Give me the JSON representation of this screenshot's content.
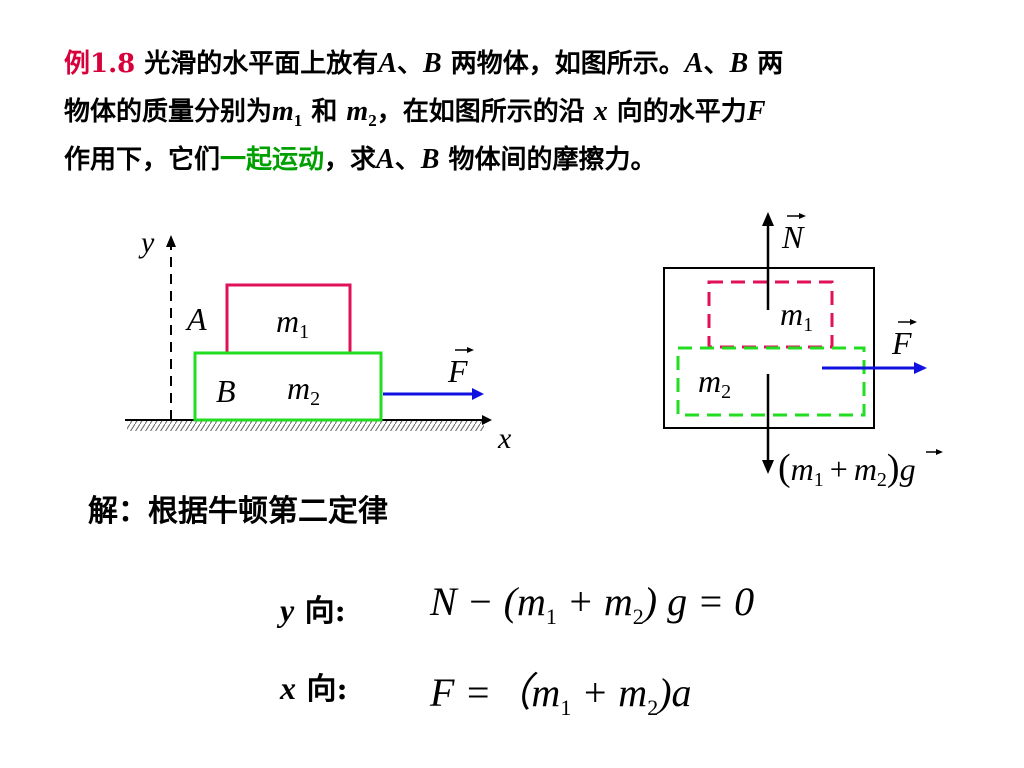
{
  "problem": {
    "label": "例1.8",
    "line1_a": "光滑的水平面上放有",
    "A": "A",
    "sep": "、",
    "B": "B",
    "line1_b": " 两物体，如图所示。",
    "line1_c": " 两",
    "line2_a": "物体的质量分别为",
    "m": "m",
    "sub1": "1",
    "sub2": "2",
    "he": " 和 ",
    "line2_b": "，在如图所示的沿 ",
    "x": "x",
    "line2_c": " 向的水平力",
    "F": "F",
    "line3_a": "作用下，它们",
    "together": "一起运动",
    "line3_b": "，求",
    "line3_c": " 物体间的摩擦力。"
  },
  "left_diagram": {
    "y_axis": "y",
    "x_axis": "x",
    "block_a_letter": "A",
    "block_b_letter": "B",
    "m": "m",
    "m1_sub": "1",
    "m2_sub": "2",
    "force": "F"
  },
  "right_diagram": {
    "normal_force": "N",
    "force": "F",
    "m": "m",
    "m1_sub": "1",
    "m2_sub": "2",
    "weight_open": "(",
    "weight_plus": "+",
    "weight_close": ")",
    "weight_g": "g"
  },
  "solution": {
    "heading": "解：根据牛顿第二定律",
    "y_var": "y",
    "x_var": "x",
    "dir_label": " 向:",
    "y_eq_a": "N − (m",
    "y_eq_b": " + m",
    "y_eq_c": ") g = 0",
    "x_eq_a": "F =（m",
    "x_eq_b": " + m",
    "x_eq_c": ")a",
    "sub1": "1",
    "sub2": "2"
  },
  "colors": {
    "red": "#d8003a",
    "green": "#00a000",
    "magenta": "#e0105a",
    "bright_green": "#22dd22",
    "blue": "#1010e0"
  }
}
